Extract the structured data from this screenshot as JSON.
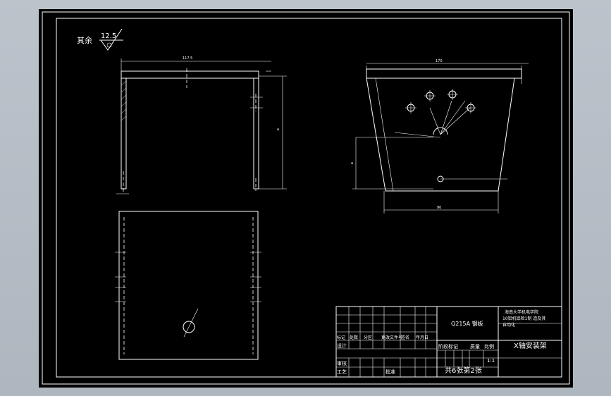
{
  "drawing": {
    "roughness_label": "其余",
    "roughness_value": "12.5",
    "dim_top_width": "117.5",
    "dim_right_width": "170",
    "dim_right_bottom": "90",
    "dim_left_height": "a",
    "dim_right_left": "a"
  },
  "title_block": {
    "material": "Q215A 钢板",
    "company": "海南大学机电学院",
    "project_line1": "10铝机铝检1制 造及其",
    "project_line2": "自动化",
    "part_name": "X轴安装架",
    "sheet_info": "共6张第2张",
    "scale": "1:1",
    "labels": {
      "mark": "标记",
      "count": "处数",
      "zone": "分区",
      "doc_no": "更改文件号",
      "sign": "签名",
      "date": "年月日",
      "design": "设计",
      "check": "审核",
      "process": "工艺",
      "approve": "批准",
      "stage_mark": "阶段标记",
      "weight": "质量",
      "ratio": "比例"
    }
  }
}
